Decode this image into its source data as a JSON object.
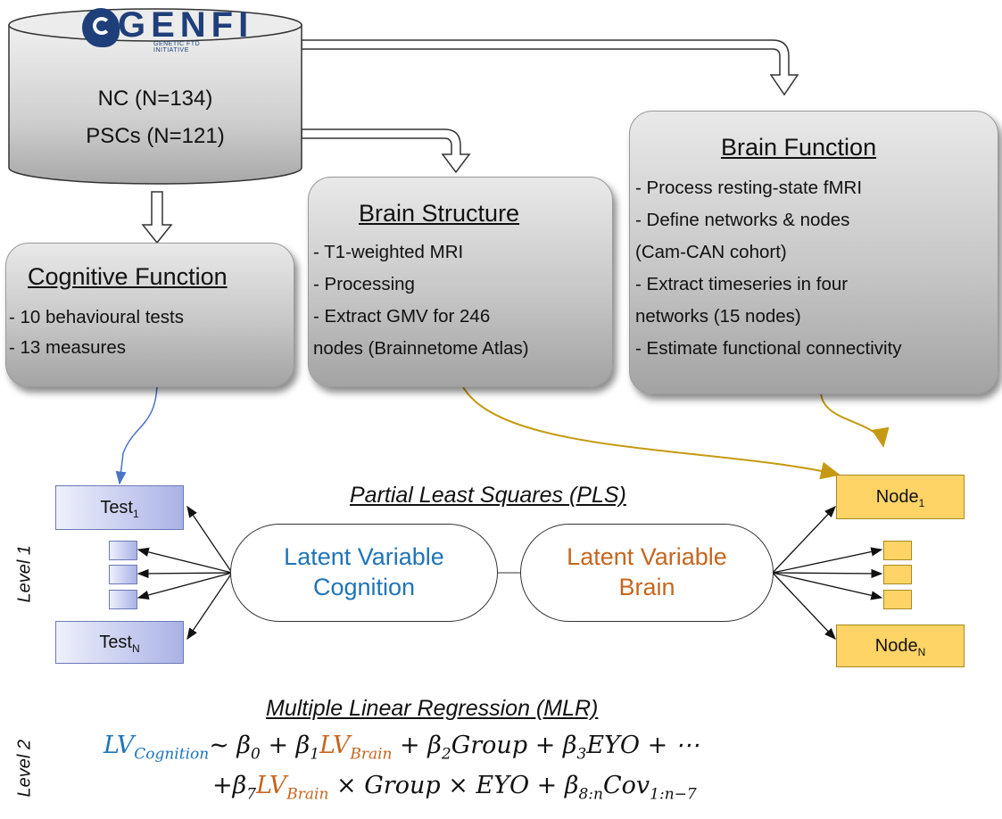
{
  "logo": {
    "name": "GENFI",
    "subtitle": "GENETIC FTD INITIATIVE"
  },
  "database": {
    "line1": "NC (N=134)",
    "line2": "PSCs (N=121)"
  },
  "cognitive": {
    "title": "Cognitive Function",
    "lines": [
      "- 10 behavioural tests",
      "- 13 measures"
    ]
  },
  "structure": {
    "title": "Brain Structure",
    "lines": [
      "- T1-weighted MRI",
      "- Processing",
      "- Extract GMV for 246",
      "nodes (Brainnetome Atlas)"
    ]
  },
  "function": {
    "title": "Brain Function",
    "lines": [
      "- Process resting-state fMRI",
      "- Define networks & nodes",
      "(Cam-CAN cohort)",
      "- Extract timeseries in four",
      "networks (15 nodes)",
      "- Estimate functional connectivity"
    ]
  },
  "pls": {
    "title": "Partial Least Squares (PLS)",
    "lv_cognition": [
      "Latent Variable",
      "Cognition"
    ],
    "lv_brain": [
      "Latent Variable",
      "Brain"
    ],
    "test_first": {
      "base": "Test",
      "sub": "1"
    },
    "test_last": {
      "base": "Test",
      "sub": "N"
    },
    "node_first": {
      "base": "Node",
      "sub": "1"
    },
    "node_last": {
      "base": "Node",
      "sub": "N"
    }
  },
  "levels": {
    "level1": "Level 1",
    "level2": "Level 2"
  },
  "mlr": {
    "title": "Multiple Linear Regression (MLR)",
    "eq1": {
      "lv": "LV",
      "cognition_sub": "Cognition",
      "tilde": "~ β",
      "b0_sub": "0",
      "plus1": " + β",
      "b1_sub": "1",
      "brain_sub": "Brain",
      "rest": " + β",
      "b2_sub": "2",
      "group": "Group + β",
      "b3_sub": "3",
      "eyo": "EYO + ⋯"
    },
    "eq2": {
      "start": "+β",
      "b7_sub": "7",
      "lv": "LV",
      "brain_sub": "Brain",
      "mid": " × Group × EYO + β",
      "b8_sub": "8:n",
      "cov": "Cov",
      "cov_sub": "1:n−7"
    }
  },
  "colors": {
    "cognition": "#1f74b8",
    "brain": "#c5661f",
    "test": "#aab2e6",
    "node": "#ffd466",
    "gold_arrow": "#c59a12",
    "blue_arrow": "#4a74c4"
  }
}
